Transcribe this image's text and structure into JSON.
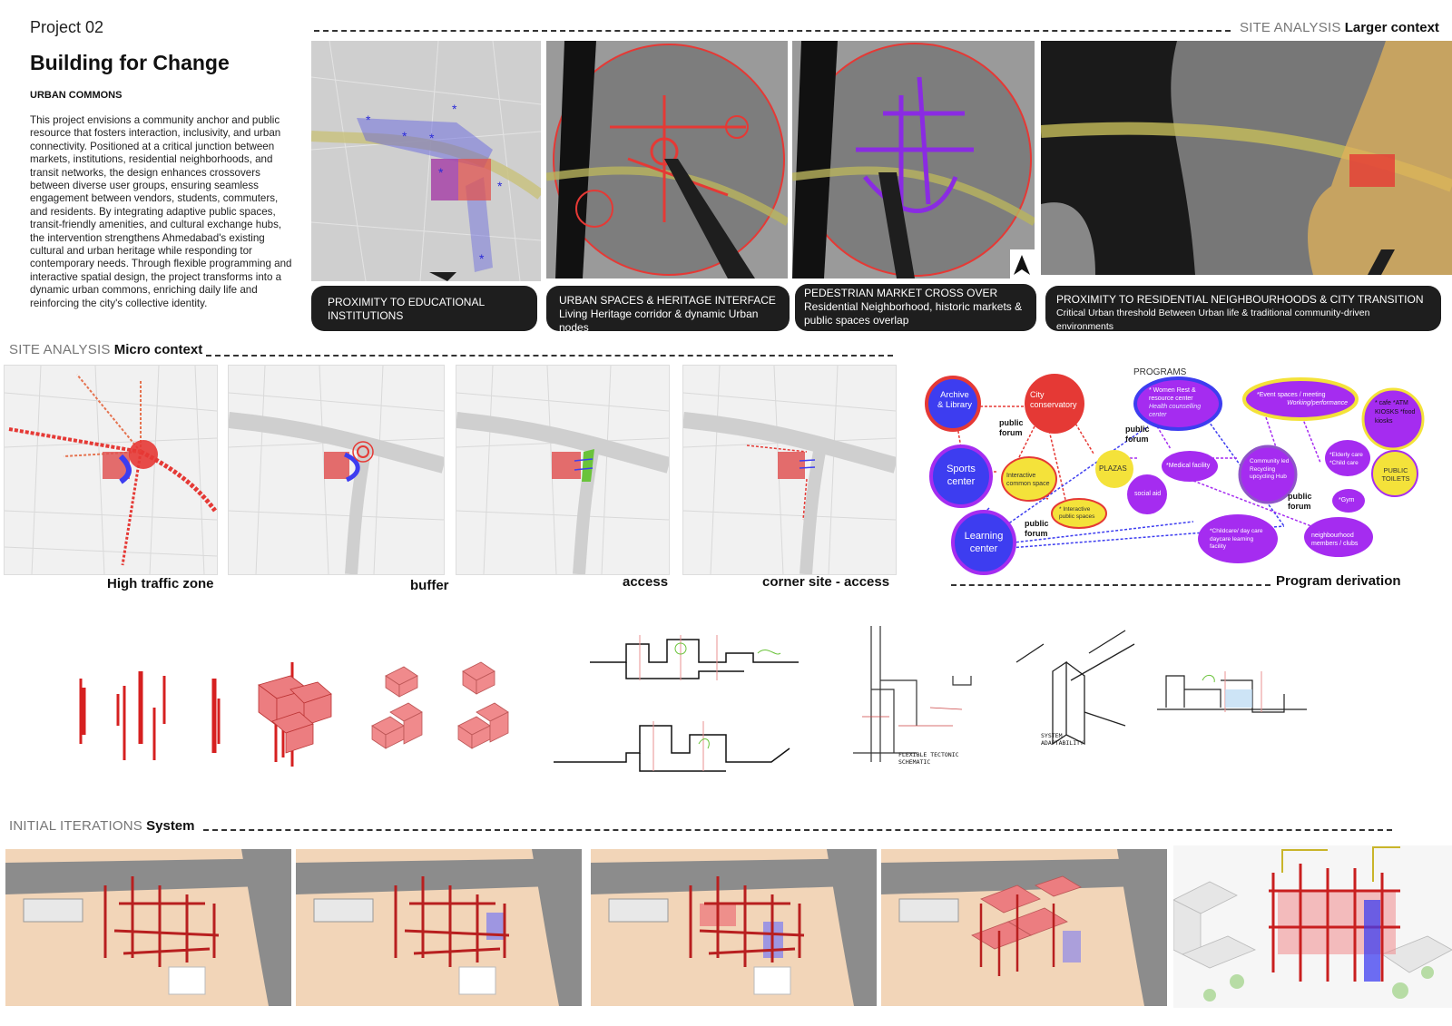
{
  "header": {
    "project_no": "Project 02",
    "title": "Building for Change",
    "subtitle": "URBAN COMMONS",
    "description": "This project envisions a community anchor and public resource that fosters interaction, inclusivity, and urban connectivity. Positioned at a critical junction between markets, institutions, residential neighborhoods, and transit networks, the design enhances crossovers between diverse user groups, ensuring seamless engagement between vendors, students, commuters, and residents. By integrating adaptive public spaces, transit-friendly amenities, and cultural exchange hubs, the intervention strengthens Ahmedabad's existing cultural and urban heritage while responding tor contemporary needs. Through flexible programming and interactive spatial design, the project transforms into a dynamic urban commons, enriching daily life and reinforcing the city's collective identity."
  },
  "larger_context": {
    "heading_light": "SITE ANALYSIS",
    "heading_bold": "Larger context",
    "callouts": [
      {
        "line1": "PROXIMITY TO EDUCATIONAL",
        "line2": "INSTITUTIONS",
        "line3": ""
      },
      {
        "line1": "URBAN SPACES & HERITAGE INTERFACE",
        "line2": "Living Heritage corridor & dynamic Urban nodes",
        "line3": ""
      },
      {
        "line1": "PEDESTRIAN MARKET CROSS OVER",
        "line2": "Residential Neighborhood, historic markets &",
        "line3": "public spaces overlap"
      },
      {
        "line1": "PROXIMITY TO RESIDENTIAL NEIGHBOURHOODS & CITY TRANSITION",
        "line2": "Critical Urban threshold Between Urban life & traditional community-driven environments",
        "line3": ""
      }
    ]
  },
  "micro_context": {
    "heading_light": "SITE ANALYSIS",
    "heading_bold": "Micro context",
    "labels": [
      "High traffic zone",
      "buffer",
      "access",
      "corner site - access"
    ]
  },
  "programs": {
    "title": "PROGRAMS",
    "caption": "Program derivation",
    "nodes": {
      "archive": "Archive & Library",
      "city_conservatory": "City conservatory",
      "women_rest": "* Women Rest & resource center",
      "women_rest_sub": "Health counselling center",
      "event_spaces": "*Event spaces / meeting",
      "event_spaces_sub": "Working/performance",
      "cafe": "* cafe *ATM KIOSKS *food kiosks",
      "sports": "Sports center",
      "interactive_common": "Interactive common space",
      "plazas": "PLAZAS",
      "medical": "*Medical facility",
      "community_recycling": "Community led Recycling upcycling Hub",
      "elderly_care": "*Elderly care *Child care",
      "public_toilets": "PUBLIC TOILETS",
      "social_aid": "social aid",
      "gym": "*Gym",
      "interactive_public": "* Interactive public spaces",
      "learning": "Learning center",
      "childcare": "*Childcare/ day care daycare learning facility",
      "neighbourhood": "neighbourhood members / clubs",
      "public_forum": "public forum"
    }
  },
  "sketches": {
    "notes": [
      "SYSTEM ADAPTABILITY",
      "FLEXIBLE TECTONIC SCHEMATIC"
    ]
  },
  "iterations": {
    "heading_light": "INITIAL ITERATIONS",
    "heading_bold": "System"
  },
  "colors": {
    "red": "#e53935",
    "blue": "#3d3df0",
    "purple": "#a52cf0",
    "yellow": "#f4e23a",
    "dark": "#1e1e1e"
  }
}
